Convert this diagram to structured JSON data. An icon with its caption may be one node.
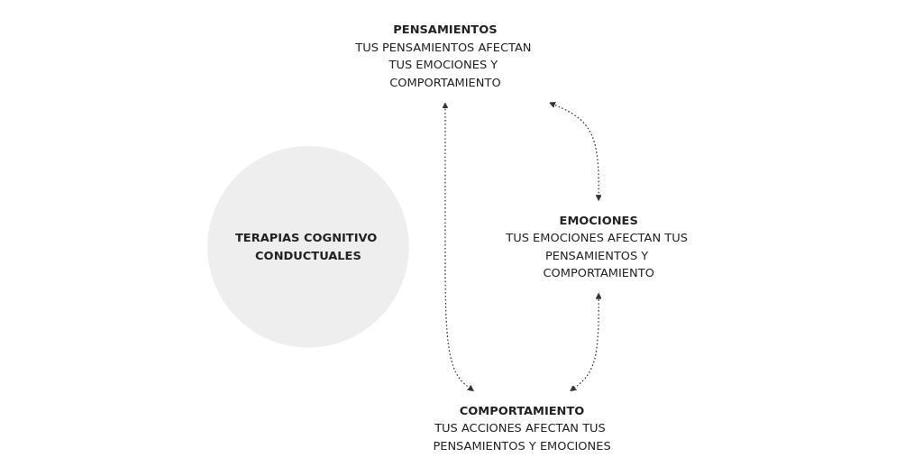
{
  "diagram": {
    "nodes": [
      {
        "text": [
          "PENSAMIENTOS",
          "TUS PENSAMIENTOS AFECTAN TUS EMOCIONES Y COMPORTAMIENTO"
        ]
      },
      {
        "text": [
          "TERAPIAS COGNITIVO CONDUCTUALES"
        ]
      },
      {
        "text": [
          "EMOCIONES",
          "TUS EMOCIONES AFECTAN TUS PENSAMIENTOS Y COMPORTAMIENTO"
        ]
      },
      {
        "text": [
          "COMPORTAMIENTO",
          "TUS ACCIONES AFECTAN TUS PENSAMIENTOS Y EMOCIONES"
        ]
      }
    ],
    "edges": [
      {
        "from": 0,
        "to": 2,
        "arrow": "both",
        "style": "dashed"
      },
      {
        "from": 0,
        "to": 3,
        "arrow": "both",
        "style": "dashed"
      },
      {
        "from": 2,
        "to": 3,
        "arrow": "both",
        "style": "dashed"
      }
    ]
  }
}
